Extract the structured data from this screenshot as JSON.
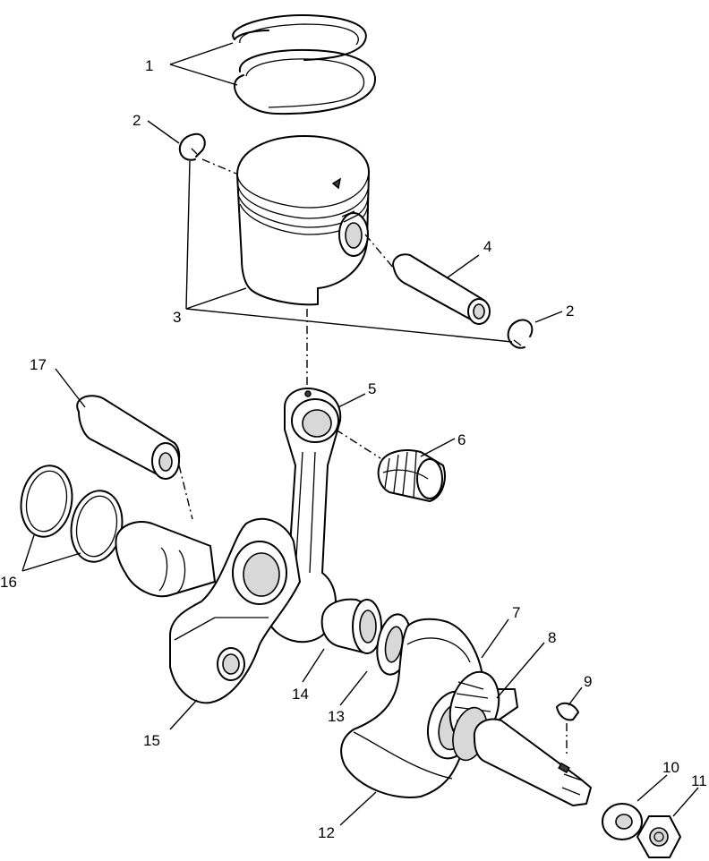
{
  "callouts": [
    {
      "id": "1",
      "text": "1"
    },
    {
      "id": "2a",
      "text": "2"
    },
    {
      "id": "2b",
      "text": "2"
    },
    {
      "id": "3",
      "text": "3"
    },
    {
      "id": "4",
      "text": "4"
    },
    {
      "id": "5",
      "text": "5"
    },
    {
      "id": "6",
      "text": "6"
    },
    {
      "id": "7",
      "text": "7"
    },
    {
      "id": "8",
      "text": "8"
    },
    {
      "id": "9",
      "text": "9"
    },
    {
      "id": "10",
      "text": "10"
    },
    {
      "id": "11",
      "text": "11"
    },
    {
      "id": "12",
      "text": "12"
    },
    {
      "id": "13",
      "text": "13"
    },
    {
      "id": "14",
      "text": "14"
    },
    {
      "id": "15",
      "text": "15"
    },
    {
      "id": "16",
      "text": "16"
    },
    {
      "id": "17",
      "text": "17"
    }
  ]
}
